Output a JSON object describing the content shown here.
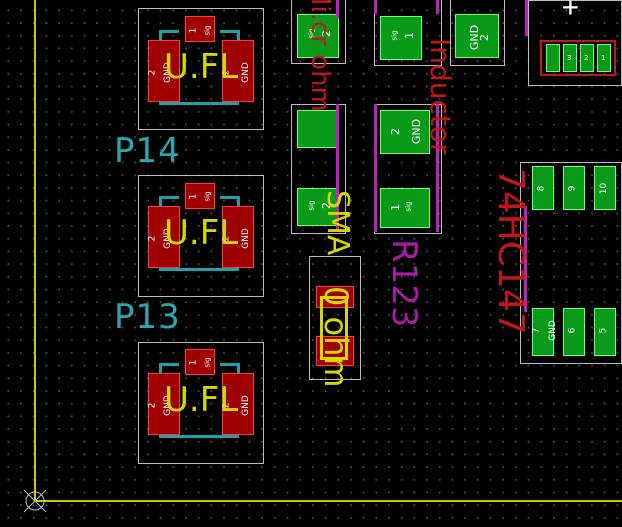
{
  "board": {
    "refs": [
      "P14",
      "P13"
    ],
    "connector_value": "U.FL",
    "pad_labels": {
      "one": "1",
      "two": "2",
      "gnd": "GND",
      "sig": "sig"
    },
    "resistor_value": "0 ohm",
    "vertical_values": [
      "Mi.cr ohm",
      "SMA",
      "Inductor",
      "R123"
    ],
    "right_chip_label": "74HC147",
    "right_pad_numbers": [
      "8",
      "9",
      "10",
      "7",
      "6",
      "5"
    ],
    "small_header_pins": [
      "3",
      "2",
      "1"
    ],
    "cursor_glyph": "+"
  }
}
